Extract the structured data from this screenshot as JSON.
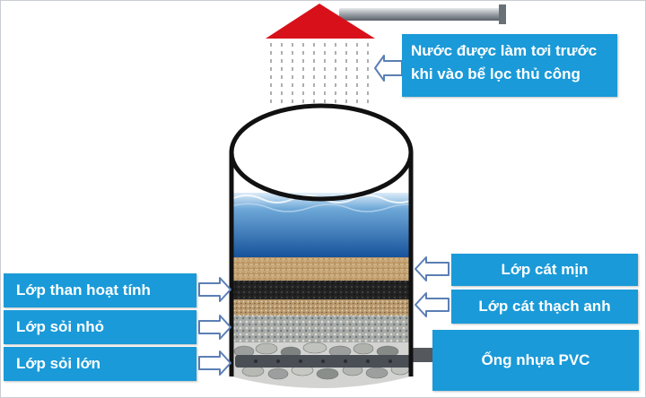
{
  "title_label": {
    "text": "Nước được làm tơi trước khi vào bể lọc thủ công"
  },
  "left_labels": [
    {
      "text": "Lớp than hoạt tính"
    },
    {
      "text": "Lớp sỏi nhỏ"
    },
    {
      "text": "Lớp sỏi lớn"
    }
  ],
  "right_labels": [
    {
      "text": "Lớp cát mịn"
    },
    {
      "text": "Lớp cát thạch anh"
    },
    {
      "text": "Ống nhựa PVC"
    }
  ],
  "colors": {
    "label_bg": "#1a9ad8",
    "shower_head": "#d8101a",
    "water_top": "#e6f2fb",
    "water_bottom": "#1d5fa6",
    "fine_sand": "#c9a77a",
    "activated_carbon": "#1e1e1e",
    "quartz_sand": "#b89a70",
    "small_gravel": "#9aa0a3",
    "large_gravel": "#c7c9c8",
    "pvc_pipe": "#4a4f55"
  }
}
